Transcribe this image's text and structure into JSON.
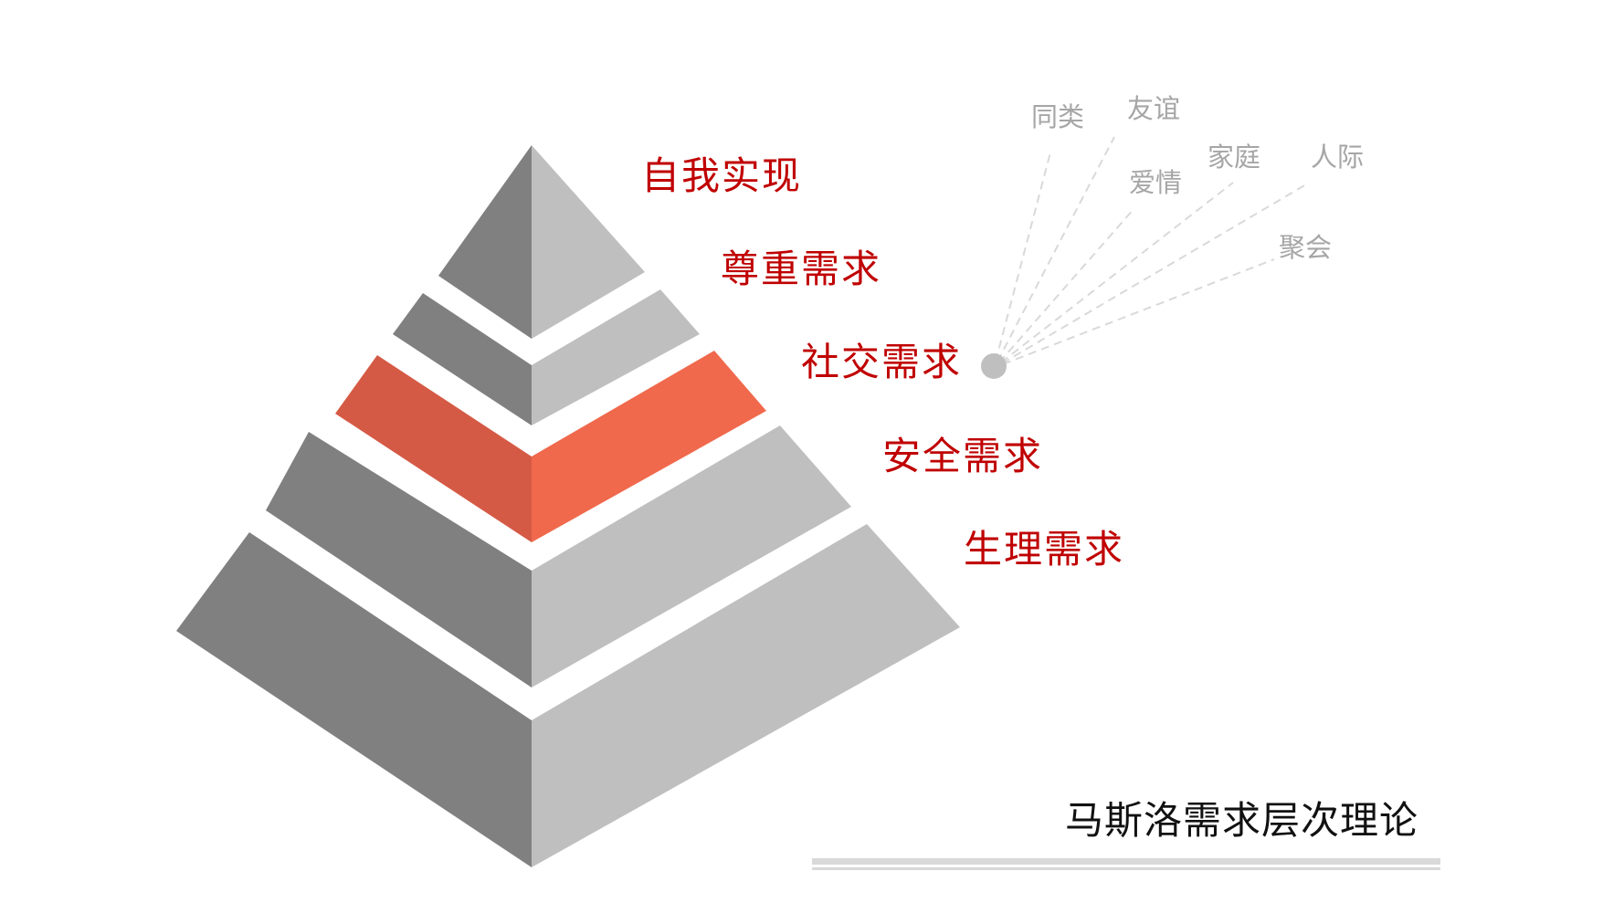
{
  "diagram": {
    "title": "马斯洛需求层次理论",
    "levels": [
      {
        "label": "自我实现",
        "highlight": false
      },
      {
        "label": "尊重需求",
        "highlight": false
      },
      {
        "label": "社交需求",
        "highlight": true
      },
      {
        "label": "安全需求",
        "highlight": false
      },
      {
        "label": "生理需求",
        "highlight": false
      }
    ],
    "social_details": [
      "同类",
      "友谊",
      "爱情",
      "家庭",
      "人际",
      "聚会"
    ],
    "colors": {
      "label_text": "#c00000",
      "face_dark": "#808080",
      "face_light": "#bfbfbf",
      "highlight_dark": "#d55a45",
      "highlight_light": "#f0694d",
      "detail_text": "#a6a6a6",
      "connector": "#d9d9d9",
      "node": "#bfbfbf"
    }
  }
}
